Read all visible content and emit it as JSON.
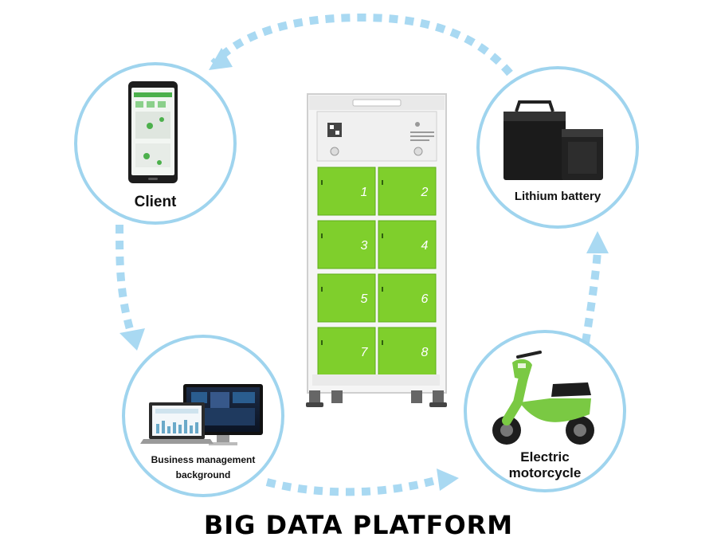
{
  "diagram": {
    "title": "BIG DATA PLATFORM",
    "nodes": {
      "client": {
        "label": "Client"
      },
      "battery": {
        "label": "Lithium battery"
      },
      "business": {
        "label_line1": "Business management",
        "label_line2": "background"
      },
      "motorcycle": {
        "label_line1": "Electric",
        "label_line2": "motorcycle"
      }
    },
    "cabinet": {
      "compartments": [
        "1",
        "2",
        "3",
        "4",
        "5",
        "6",
        "7",
        "8"
      ]
    }
  },
  "colors": {
    "ring": "#9fd4ee",
    "arrow": "#a9d9f2",
    "compartment_green": "#7fcf2c",
    "motorcycle_green": "#7ac943"
  }
}
